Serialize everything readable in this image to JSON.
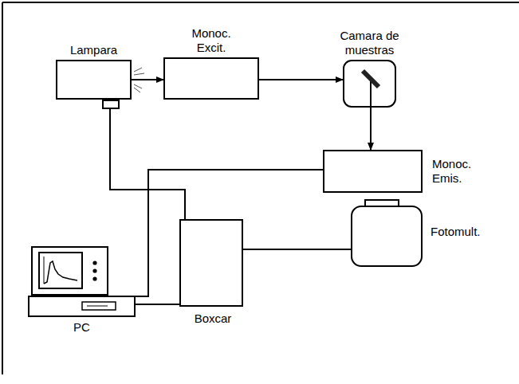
{
  "diagram": {
    "nodes": [
      {
        "text": [
          "Lampara"
        ]
      },
      {
        "text": [
          "Monoc. Excit."
        ]
      },
      {
        "text": [
          "Camara de muestras"
        ]
      },
      {
        "text": [
          "Monoc. Emis."
        ]
      },
      {
        "text": [
          "Fotomult."
        ]
      },
      {
        "text": [
          "Boxcar"
        ]
      },
      {
        "text": [
          "PC"
        ]
      }
    ],
    "edges": [
      {
        "from": 0,
        "to": 1,
        "arrow": "to"
      },
      {
        "from": 1,
        "to": 2,
        "arrow": "to"
      },
      {
        "from": 2,
        "to": 3,
        "arrow": "to"
      },
      {
        "from": 4,
        "to": 5,
        "arrow": "none"
      },
      {
        "from": 0,
        "to": 5,
        "arrow": "none"
      },
      {
        "from": 3,
        "to": 6,
        "arrow": "none"
      },
      {
        "from": 5,
        "to": 6,
        "arrow": "none"
      }
    ]
  }
}
